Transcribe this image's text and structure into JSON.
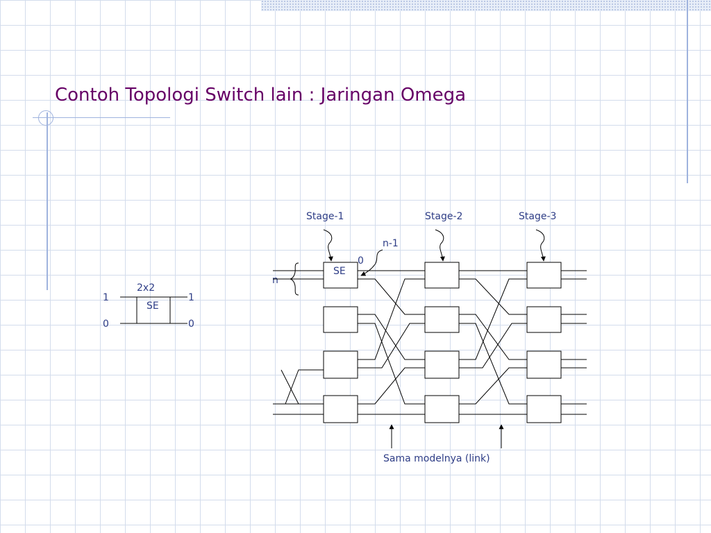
{
  "slide": {
    "title": "Contoh Topologi Switch lain : Jaringan Omega"
  },
  "small_se": {
    "size_label": "2x2",
    "box_label": "SE",
    "in_top": "1",
    "in_bottom": "0",
    "out_top": "1",
    "out_bottom": "0"
  },
  "network": {
    "stages": [
      "Stage-1",
      "Stage-2",
      "Stage-3"
    ],
    "se_label": "SE",
    "n_label": "n",
    "port_top_label": "n-1",
    "port_bottom_label": "0",
    "link_note": "Sama modelnya (link)"
  },
  "colors": {
    "title": "#660066",
    "label": "#2e3d86",
    "line": "#000000",
    "grid": "#d3dcec",
    "accent": "#9fb3de"
  }
}
